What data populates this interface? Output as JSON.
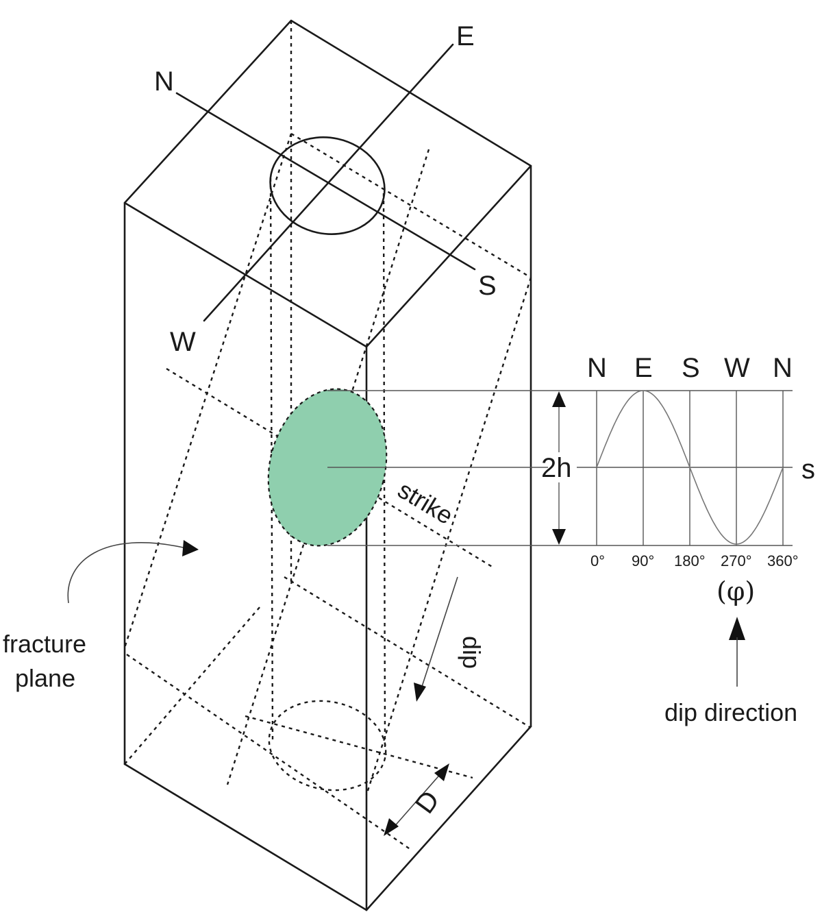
{
  "colors": {
    "fracture_fill": "#8fcfae",
    "stroke": "#1a1a1a",
    "curve": "#777777"
  },
  "compass": {
    "north": "N",
    "east": "E",
    "south": "S",
    "west": "W"
  },
  "labels": {
    "fracture_plane_line1": "fracture",
    "fracture_plane_line2": "plane",
    "strike": "strike",
    "dip": "dip",
    "diameter": "D",
    "height": "2h",
    "strike_right": "s",
    "phi": "(φ)",
    "dip_direction": "dip direction"
  },
  "sinusoid": {
    "headers": [
      "N",
      "E",
      "S",
      "W",
      "N"
    ],
    "ticks": [
      "0°",
      "90°",
      "180°",
      "270°",
      "360°"
    ]
  }
}
